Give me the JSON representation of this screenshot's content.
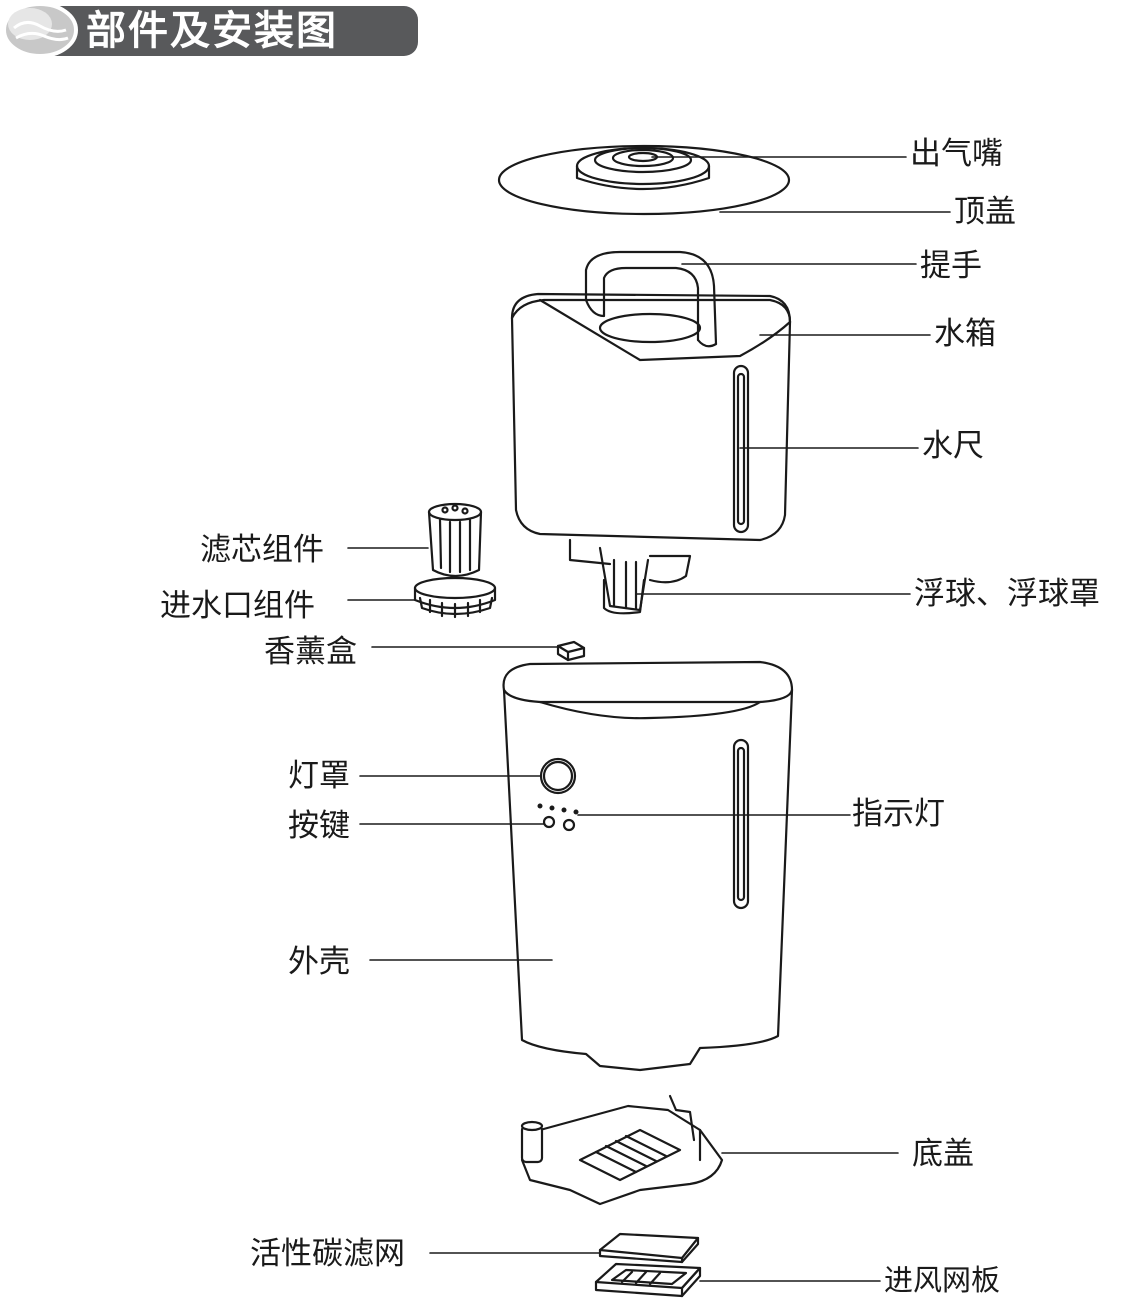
{
  "header": {
    "title": "部件及安装图",
    "bar_color": "#58595b"
  },
  "labels": {
    "outlet_nozzle": "出气嘴",
    "top_cover": "顶盖",
    "handle": "提手",
    "water_tank": "水箱",
    "water_gauge": "水尺",
    "filter_core": "滤芯组件",
    "water_inlet": "进水口组件",
    "float": "浮球、浮球罩",
    "aroma_box": "香薰盒",
    "lamp_shade": "灯罩",
    "indicator": "指示灯",
    "button": "按键",
    "housing": "外壳",
    "bottom_cover": "底盖",
    "carbon_filter": "活性碳滤网",
    "air_inlet_plate": "进风网板"
  }
}
